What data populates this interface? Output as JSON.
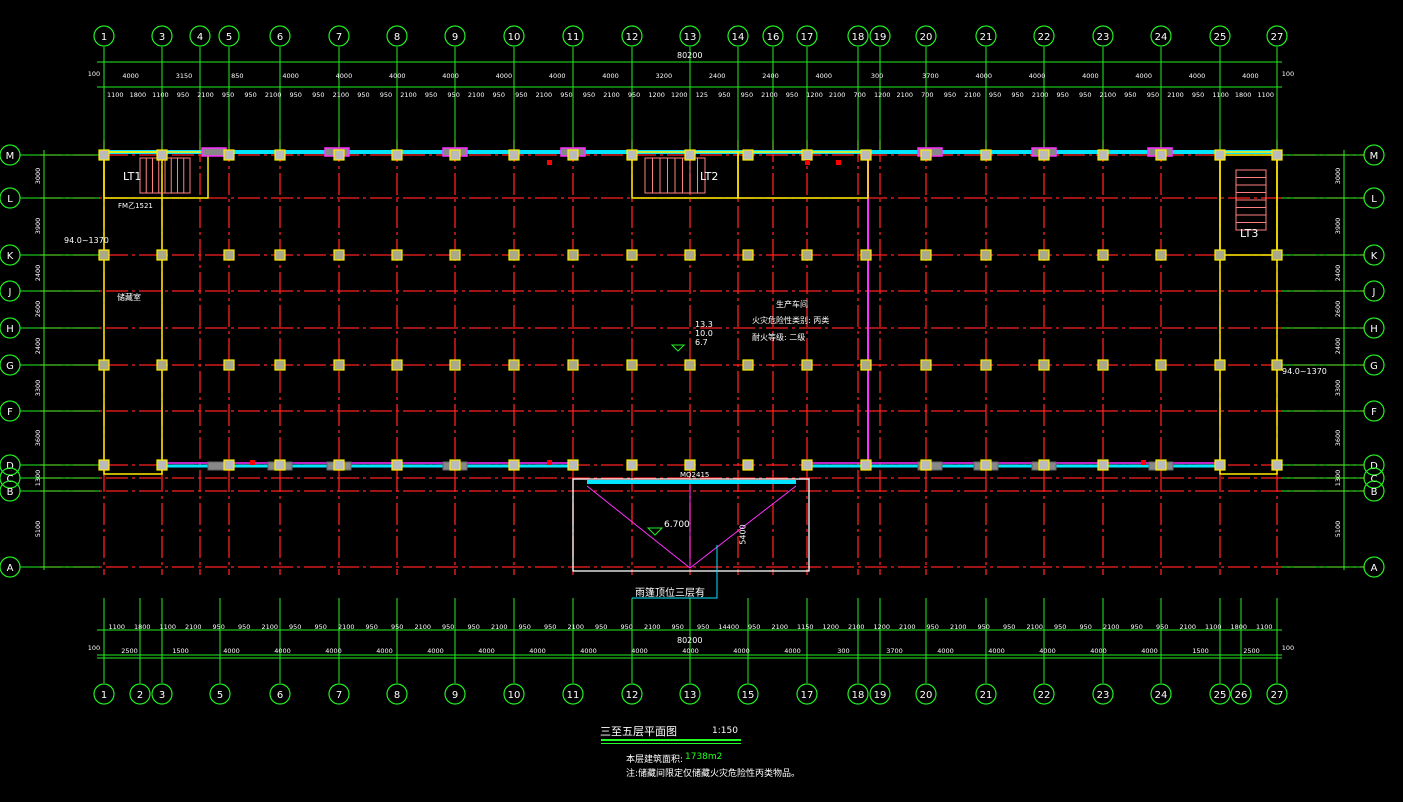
{
  "drawing": {
    "title": "三至五层平面图",
    "scale": "1:150",
    "area_label": "本层建筑面积:",
    "area_value": "1738m2",
    "note": "注:储藏间限定仅储藏火灾危险性丙类物品。",
    "total_dimension": "80200",
    "canopy_note": "雨篷顶位三层有",
    "canopy_elevation": "6.700",
    "canopy_depth": "5400",
    "canopy_door": "MQ2415",
    "hall": {
      "name": "生产车间",
      "fire_category": "火灾危险性类别: 丙类",
      "fire_rating": "耐火等级: 二级"
    },
    "elevations": [
      "13.3",
      "10.0",
      "6.7"
    ],
    "stairs": [
      "LT1",
      "LT2",
      "LT3"
    ],
    "left_room": "储藏室",
    "left_stair_door": "FM乙1521",
    "left_edge_note": "94.0~1370",
    "right_edge_note": "94.0~1370"
  },
  "axes": {
    "top_columns": [
      "1",
      "3",
      "4",
      "5",
      "6",
      "7",
      "8",
      "9",
      "10",
      "11",
      "12",
      "13",
      "14",
      "16",
      "17",
      "18",
      "19",
      "20",
      "21",
      "22",
      "23",
      "24",
      "25",
      "27"
    ],
    "bottom_columns": [
      "1",
      "2",
      "3",
      "5",
      "6",
      "7",
      "8",
      "9",
      "10",
      "11",
      "12",
      "13",
      "15",
      "17",
      "18",
      "19",
      "20",
      "21",
      "22",
      "23",
      "24",
      "25",
      "26",
      "27"
    ],
    "rows": [
      "M",
      "L",
      "K",
      "J",
      "H",
      "G",
      "F",
      "D",
      "C",
      "B",
      "A"
    ]
  },
  "dimensions": {
    "top_overall": [
      "4000",
      "3150",
      "850",
      "4000",
      "4000",
      "4000",
      "4000",
      "4000",
      "4000",
      "4000",
      "3200",
      "2400",
      "2400",
      "4000",
      "300",
      "3700",
      "4000",
      "4000",
      "4000",
      "4000",
      "4000",
      "4000"
    ],
    "top_detail": [
      "1100",
      "1800",
      "1100",
      "950",
      "2100",
      "950",
      "950",
      "2100",
      "950",
      "950",
      "2100",
      "950",
      "950",
      "2100",
      "950",
      "950",
      "2100",
      "950",
      "950",
      "2100",
      "950",
      "950",
      "2100",
      "950",
      "1200",
      "1200",
      "125",
      "950",
      "950",
      "2100",
      "950",
      "1200",
      "2100",
      "700",
      "1200",
      "2100",
      "700",
      "950",
      "2100",
      "950",
      "950",
      "2100",
      "950",
      "950",
      "2100",
      "950",
      "950",
      "2100",
      "950",
      "1100",
      "1800",
      "1100"
    ],
    "bottom_detail": [
      "1100",
      "1800",
      "1100",
      "2100",
      "950",
      "950",
      "2100",
      "950",
      "950",
      "2100",
      "950",
      "950",
      "2100",
      "950",
      "950",
      "2100",
      "950",
      "950",
      "2100",
      "950",
      "950",
      "2100",
      "950",
      "950",
      "14400",
      "950",
      "2100",
      "1150",
      "1200",
      "2100",
      "1200",
      "2100",
      "950",
      "2100",
      "950",
      "950",
      "2100",
      "950",
      "950",
      "2100",
      "950",
      "950",
      "2100",
      "1100",
      "1800",
      "1100"
    ],
    "bottom_overall": [
      "2500",
      "1500",
      "4000",
      "4000",
      "4000",
      "4000",
      "4000",
      "4000",
      "4000",
      "4000",
      "4000",
      "4000",
      "4000",
      "4000",
      "300",
      "3700",
      "4000",
      "4000",
      "4000",
      "4000",
      "4000",
      "1500",
      "2500"
    ],
    "left_side": [
      "3000",
      "3900",
      "2400",
      "2600",
      "2400",
      "3300",
      "3600",
      "1300",
      "5100"
    ],
    "right_side": [
      "3000",
      "3900",
      "2400",
      "2600",
      "2400",
      "3300",
      "3600",
      "1300",
      "5100"
    ],
    "edge_offset": "100"
  },
  "colors": {
    "axis": "#22ee22",
    "grid": "#ff2020",
    "wall": "#00e5ff",
    "column": "#ffee00",
    "partition": "#ff30ff",
    "text": "#ffffff"
  }
}
